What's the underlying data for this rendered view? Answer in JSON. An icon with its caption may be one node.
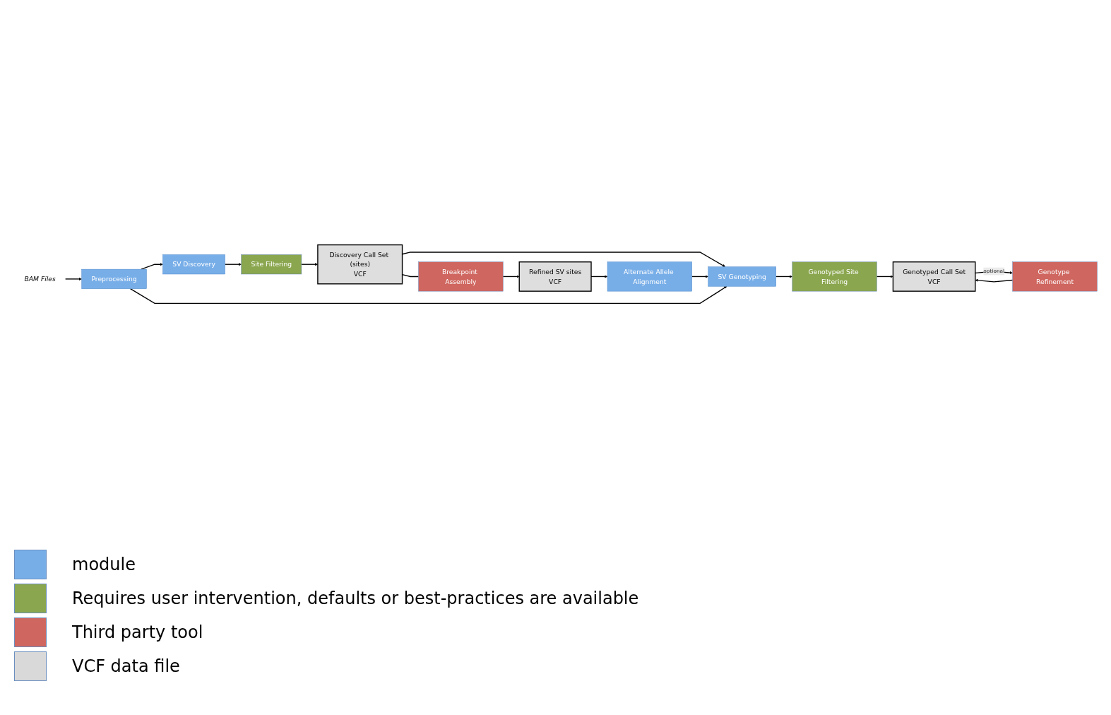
{
  "diagram": {
    "nodes": [
      {
        "text": [
          "BAM Files"
        ]
      },
      {
        "text": [
          "Preprocessing"
        ]
      },
      {
        "text": [
          "SV Discovery"
        ]
      },
      {
        "text": [
          "Site Filtering"
        ]
      },
      {
        "text": [
          "Discovery Call Set (sites)",
          "VCF"
        ]
      },
      {
        "text": [
          "Breakpoint Assembly"
        ]
      },
      {
        "text": [
          "Refined SV sites",
          "VCF"
        ]
      },
      {
        "text": [
          "Alternate Allele Alignment"
        ]
      },
      {
        "text": [
          "SV Genotyping"
        ]
      },
      {
        "text": [
          "Genotyped Site Filtering"
        ]
      },
      {
        "text": [
          "Genotyped Call Set",
          "VCF"
        ]
      },
      {
        "text": [
          "Genotype Refinement"
        ]
      }
    ],
    "edges": [
      {
        "from": 0,
        "to": 1,
        "arrow": "to"
      },
      {
        "from": 1,
        "to": 2,
        "arrow": "to"
      },
      {
        "from": 2,
        "to": 3,
        "arrow": "to"
      },
      {
        "from": 3,
        "to": 4,
        "arrow": "to"
      },
      {
        "from": 4,
        "to": 5,
        "arrow": "none"
      },
      {
        "from": 4,
        "to": 8,
        "arrow": "to"
      },
      {
        "from": 5,
        "to": 6,
        "arrow": "to"
      },
      {
        "from": 6,
        "to": 7,
        "arrow": "to"
      },
      {
        "from": 7,
        "to": 8,
        "arrow": "to"
      },
      {
        "from": 1,
        "to": 8,
        "arrow": "to"
      },
      {
        "from": 8,
        "to": 9,
        "arrow": "to"
      },
      {
        "from": 9,
        "to": 10,
        "arrow": "to"
      },
      {
        "from": 10,
        "to": 11,
        "arrow": "to",
        "label": "optional"
      },
      {
        "from": 11,
        "to": 10,
        "arrow": "to"
      }
    ],
    "legend": [
      {
        "text": "module",
        "color": "#78aee8"
      },
      {
        "text": "Requires user intervention, defaults or best-practices are available",
        "color": "#8aa64e"
      },
      {
        "text": "Third party tool",
        "color": "#cf665f"
      },
      {
        "text": "VCF data file",
        "color": "#d9d9d9"
      }
    ]
  }
}
